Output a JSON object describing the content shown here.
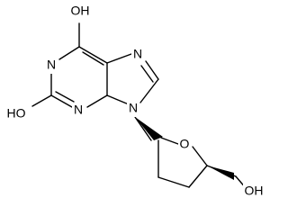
{
  "molecule": {
    "atoms": {
      "oh_top": "OH",
      "n1": "N",
      "n7": "N",
      "oh_left": "HO",
      "n3": "N",
      "n9": "N",
      "o_ring": "O",
      "oh_right": "OH"
    }
  }
}
